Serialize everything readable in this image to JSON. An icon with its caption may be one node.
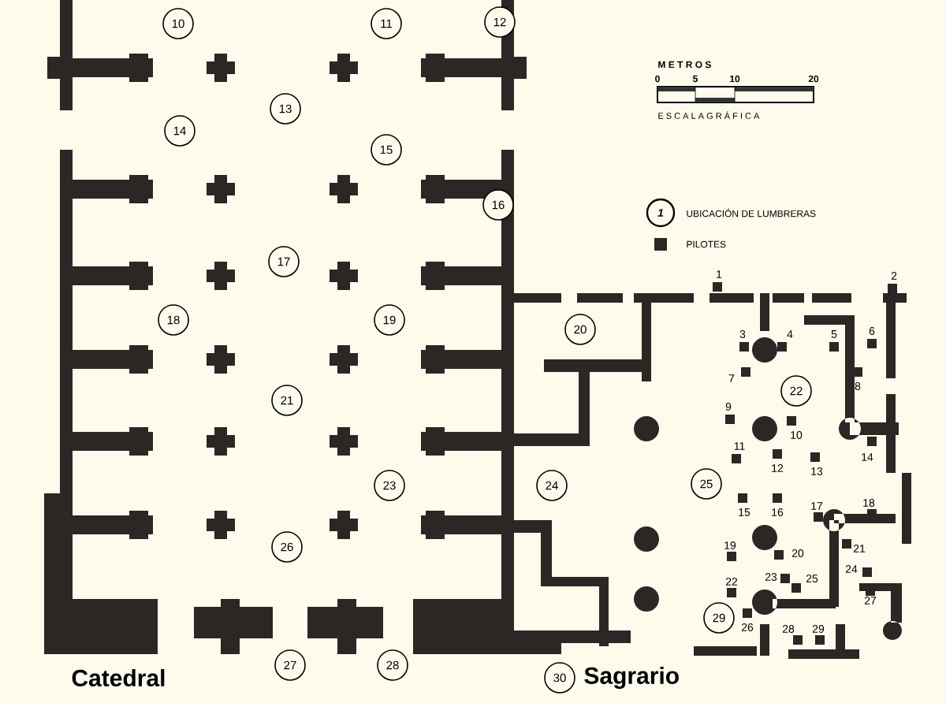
{
  "diagram": {
    "nodes": [
      {
        "text": [
          "10"
        ]
      },
      {
        "text": [
          "11"
        ]
      },
      {
        "text": [
          "12"
        ]
      },
      {
        "text": [
          "13"
        ]
      },
      {
        "text": [
          "14"
        ]
      },
      {
        "text": [
          "15"
        ]
      },
      {
        "text": [
          "16"
        ]
      },
      {
        "text": [
          "17"
        ]
      },
      {
        "text": [
          "18"
        ]
      },
      {
        "text": [
          "19"
        ]
      },
      {
        "text": [
          "20"
        ]
      },
      {
        "text": [
          "21"
        ]
      },
      {
        "text": [
          "22"
        ]
      },
      {
        "text": [
          "23"
        ]
      },
      {
        "text": [
          "24"
        ]
      },
      {
        "text": [
          "25"
        ]
      },
      {
        "text": [
          "26"
        ]
      },
      {
        "text": [
          "29"
        ]
      },
      {
        "text": [
          "27"
        ]
      },
      {
        "text": [
          "28"
        ]
      },
      {
        "text": [
          "30"
        ]
      }
    ],
    "labels": [
      "M E T R O S",
      "0",
      "5",
      "10",
      "20",
      "E S C A L A G R Á F I C A",
      "1",
      "1",
      "2",
      "3",
      "4",
      "5",
      "6",
      "7",
      "8",
      "9",
      "10",
      "11",
      "12",
      "13",
      "14",
      "15",
      "16",
      "17",
      "18",
      "19",
      "20",
      "21",
      "22",
      "23",
      "24",
      "25",
      "26",
      "27",
      "28",
      "29",
      "Catedral",
      "Sagrario"
    ],
    "legend": [
      {
        "text": "UBICACIÓN DE LUMBRERAS"
      },
      {
        "text": "PILOTES",
        "color": "#2b2725"
      }
    ]
  }
}
